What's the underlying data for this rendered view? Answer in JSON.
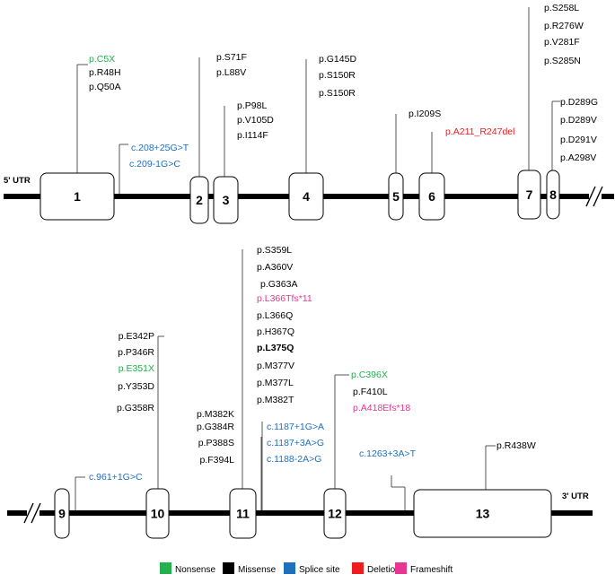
{
  "colors": {
    "nonsense": "#22b14c",
    "missense": "#000000",
    "splice": "#1f6fbf",
    "deletion": "#ee1c1c",
    "frameshift": "#e8358f"
  },
  "utr": {
    "five": "5' UTR",
    "three": "3' UTR"
  },
  "exons": [
    "1",
    "2",
    "3",
    "4",
    "5",
    "6",
    "7",
    "8",
    "9",
    "10",
    "11",
    "12",
    "13"
  ],
  "variants": [
    {
      "text": "p.C5X",
      "type": "nonsense"
    },
    {
      "text": "p.R48H",
      "type": "missense"
    },
    {
      "text": "p.Q50A",
      "type": "missense"
    },
    {
      "text": "c.208+25G>T",
      "type": "splice"
    },
    {
      "text": "c.209-1G>C",
      "type": "splice"
    },
    {
      "text": "p.S71F",
      "type": "missense"
    },
    {
      "text": "p.L88V",
      "type": "missense"
    },
    {
      "text": "p.P98L",
      "type": "missense"
    },
    {
      "text": "p.V105D",
      "type": "missense"
    },
    {
      "text": "p.I114F",
      "type": "missense"
    },
    {
      "text": "p.G145D",
      "type": "missense"
    },
    {
      "text": "p.S150R",
      "type": "missense"
    },
    {
      "text": "p.S150R",
      "type": "missense"
    },
    {
      "text": "p.I209S",
      "type": "missense"
    },
    {
      "text": "p.A211_R247del",
      "type": "deletion"
    },
    {
      "text": "p.S258L",
      "type": "missense"
    },
    {
      "text": "p.R276W",
      "type": "missense"
    },
    {
      "text": "p.V281F",
      "type": "missense"
    },
    {
      "text": "p.S285N",
      "type": "missense"
    },
    {
      "text": "p.D289G",
      "type": "missense"
    },
    {
      "text": "p.D289V",
      "type": "missense"
    },
    {
      "text": "p.D291V",
      "type": "missense"
    },
    {
      "text": "p.A298V",
      "type": "missense"
    },
    {
      "text": "p.E342P",
      "type": "missense"
    },
    {
      "text": "p.P346R",
      "type": "missense"
    },
    {
      "text": "p.E351X",
      "type": "nonsense"
    },
    {
      "text": "p.Y353D",
      "type": "missense"
    },
    {
      "text": "p.G358R",
      "type": "missense"
    },
    {
      "text": "c.961+1G>C",
      "type": "splice"
    },
    {
      "text": "p.S359L",
      "type": "missense"
    },
    {
      "text": "p.A360V",
      "type": "missense"
    },
    {
      "text": "p.G363A",
      "type": "missense"
    },
    {
      "text": "p.L366Tfs*11",
      "type": "frameshift"
    },
    {
      "text": "p.L366Q",
      "type": "missense"
    },
    {
      "text": "p.H367Q",
      "type": "missense"
    },
    {
      "text": "p.L375Q",
      "type": "missense"
    },
    {
      "text": "p.M377V",
      "type": "missense"
    },
    {
      "text": "p.M377L",
      "type": "missense"
    },
    {
      "text": "p.M382T",
      "type": "missense"
    },
    {
      "text": "p.M382K",
      "type": "missense"
    },
    {
      "text": "p.G384R",
      "type": "missense"
    },
    {
      "text": "p.P388S",
      "type": "missense"
    },
    {
      "text": "p.F394L",
      "type": "missense"
    },
    {
      "text": "c.1187+1G>A",
      "type": "splice"
    },
    {
      "text": "c.1187+3A>G",
      "type": "splice"
    },
    {
      "text": "c.1188-2A>G",
      "type": "splice"
    },
    {
      "text": "p.C396X",
      "type": "nonsense"
    },
    {
      "text": "p.F410L",
      "type": "missense"
    },
    {
      "text": "p.A418Efs*18",
      "type": "frameshift"
    },
    {
      "text": "c.1263+3A>T",
      "type": "splice"
    },
    {
      "text": "p.R438W",
      "type": "missense"
    }
  ],
  "legend": [
    {
      "label": "Nonsense",
      "type": "nonsense"
    },
    {
      "label": "Missense",
      "type": "missense"
    },
    {
      "label": "Splice site",
      "type": "splice"
    },
    {
      "label": "Deletion",
      "type": "deletion"
    },
    {
      "label": "Frameshift",
      "type": "frameshift"
    }
  ]
}
